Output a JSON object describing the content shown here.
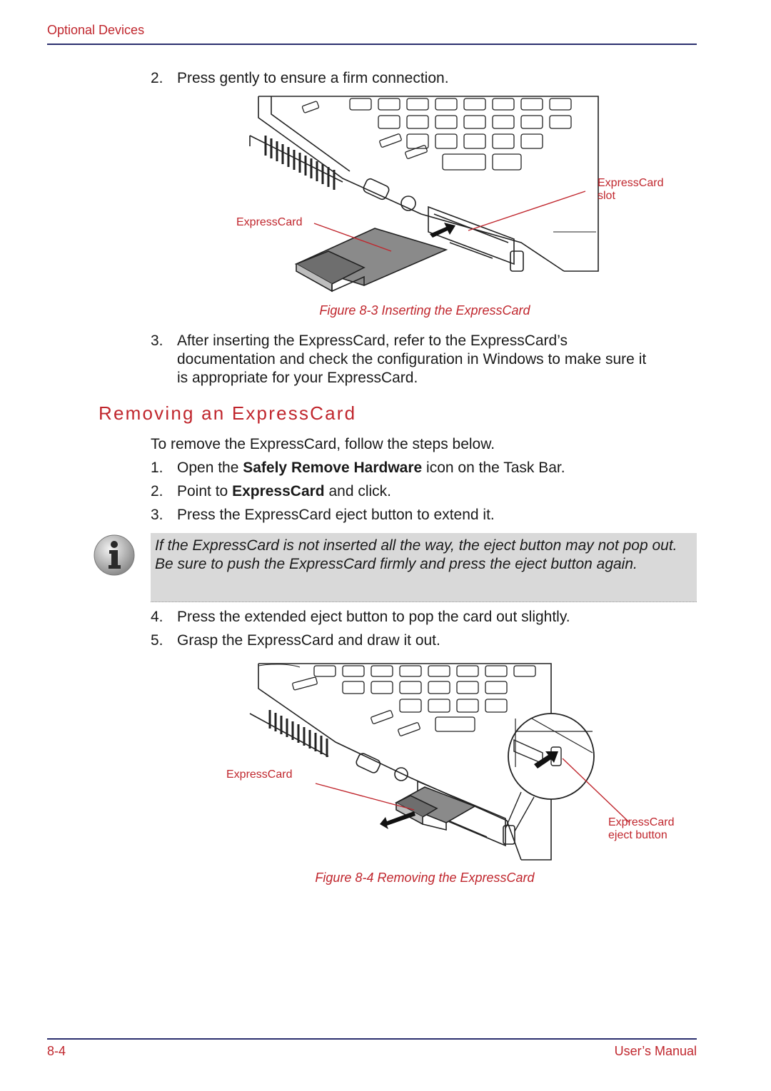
{
  "header": {
    "section": "Optional Devices"
  },
  "steps_top": [
    {
      "num": "2.",
      "text": "Press gently to ensure a firm connection."
    }
  ],
  "figure1": {
    "labels": {
      "slot": "ExpressCard slot",
      "card": "ExpressCard"
    },
    "caption": "Figure 8-3 Inserting the ExpressCard"
  },
  "step3": {
    "num": "3.",
    "lines": [
      "After inserting the ExpressCard, refer to the ExpressCard’s",
      "documentation and check the configuration in Windows to make sure it",
      "is appropriate for your ExpressCard."
    ]
  },
  "section": {
    "title": "Removing an ExpressCard"
  },
  "intro": "To remove the ExpressCard, follow the steps below.",
  "remove_steps": [
    {
      "num": "1.",
      "pre": "Open the ",
      "bold": "Safely Remove Hardware",
      "post": " icon on the Task Bar."
    },
    {
      "num": "2.",
      "pre": "Point to ",
      "bold": "ExpressCard",
      "post": " and click."
    },
    {
      "num": "3.",
      "text": "Press the ExpressCard eject button to extend it."
    }
  ],
  "note": {
    "icon": "info-icon",
    "text": "If the ExpressCard is not inserted all the way, the eject button may not pop out. Be sure to push the ExpressCard firmly and press the eject button again."
  },
  "remove_steps_2": [
    {
      "num": "4.",
      "text": "Press the extended eject button to pop the card out slightly."
    },
    {
      "num": "5.",
      "text": "Grasp the ExpressCard and draw it out."
    }
  ],
  "figure2": {
    "labels": {
      "card": "ExpressCard",
      "eject": "ExpressCard eject button"
    },
    "caption": "Figure 8-4 Removing the ExpressCard"
  },
  "footer": {
    "page": "8-4",
    "manual": "User’s Manual"
  },
  "colors": {
    "accent": "#c0262d",
    "rule": "#2b2f6e",
    "note_bg": "#d9d9d9"
  }
}
